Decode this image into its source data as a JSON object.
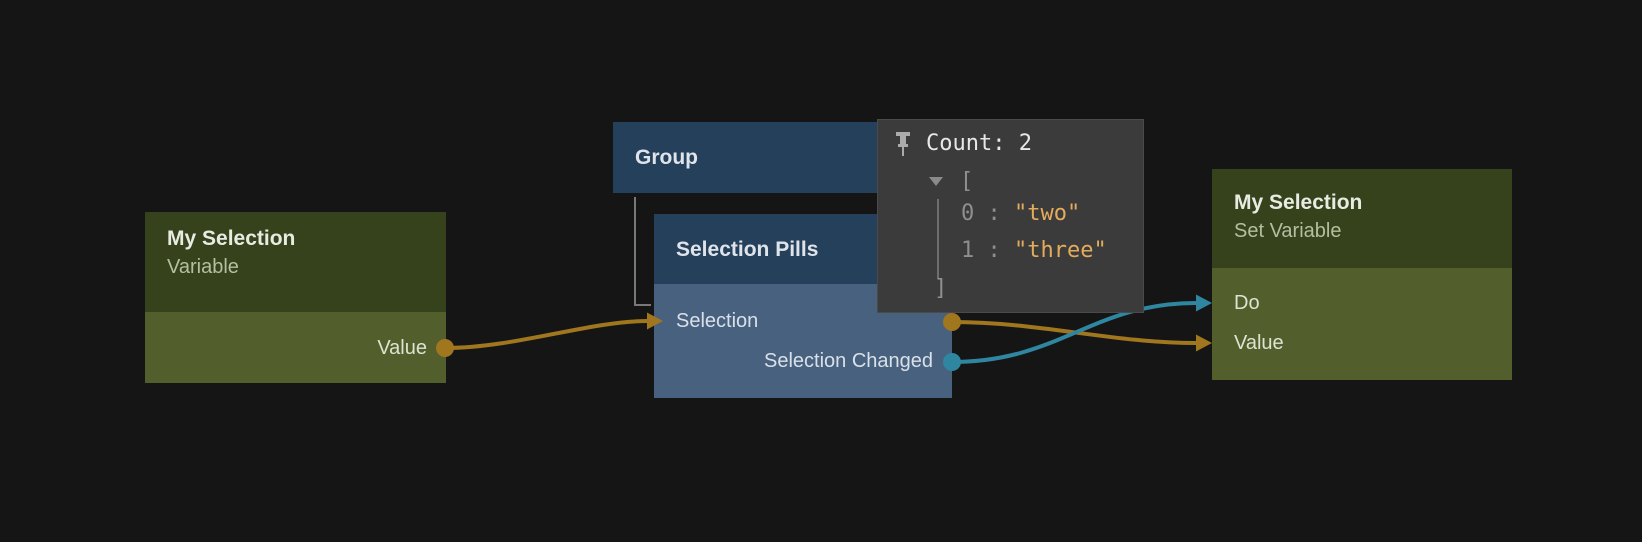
{
  "canvas": {
    "background": "#151515"
  },
  "colors": {
    "wire_data": "#a0761f",
    "wire_event": "#2f86a0",
    "port_data": "#a0761f",
    "port_event": "#2f86a0",
    "tree_line": "#787878",
    "green_node_header": "#36421b",
    "green_node_body": "#525e2c",
    "blue_node_header": "#24405b",
    "blue_node_body": "#47617f",
    "tooltip_background": "#3b3b3b",
    "tooltip_text": "#e8e8e8",
    "tooltip_punctuation": "#8f8f8f",
    "tooltip_string": "#e3ac5c"
  },
  "nodes": {
    "variable": {
      "title": "My Selection",
      "subtitle": "Variable",
      "output_port": "Value"
    },
    "group": {
      "title": "Group"
    },
    "selection_pills": {
      "title": "Selection Pills",
      "input_port": "Selection",
      "output_port": "Selection Changed"
    },
    "set_variable": {
      "title": "My Selection",
      "subtitle": "Set Variable",
      "input_port_do": "Do",
      "input_port_value": "Value"
    }
  },
  "tooltip": {
    "title": "Count: 2",
    "open_bracket": "[",
    "close_bracket": "]",
    "entries": [
      {
        "index": "0",
        "separator": " : ",
        "value": "\"two\""
      },
      {
        "index": "1",
        "separator": " : ",
        "value": "\"three\""
      }
    ]
  }
}
